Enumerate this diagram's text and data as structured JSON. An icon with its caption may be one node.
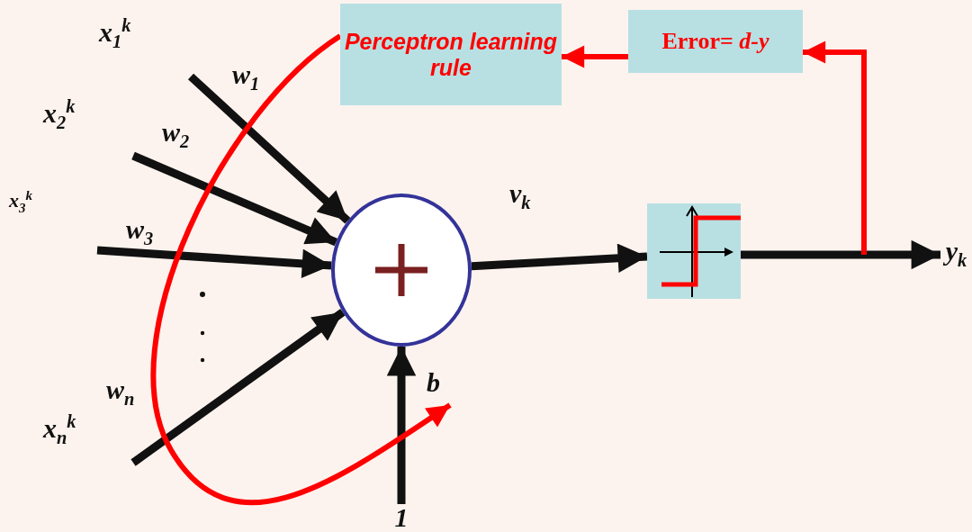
{
  "diagram": {
    "nodes": [
      {
        "text": [
          "Perceptron learning rule"
        ]
      },
      {
        "text": [
          "Error= *d-y*"
        ]
      },
      {
        "text": [],
        "shape": "circle"
      },
      {
        "text": [],
        "shape": "box"
      },
      {
        "text": [
          "y$_{k}$"
        ]
      },
      {
        "text": [
          "1"
        ]
      }
    ],
    "edges": [
      {
        "from": null,
        "to": 2,
        "arrow": "to",
        "label": "w$_{1}$"
      },
      {
        "from": null,
        "to": 2,
        "arrow": "to",
        "label": "w$_{2}$"
      },
      {
        "from": null,
        "to": 2,
        "arrow": "to",
        "label": "w$_{3}$"
      },
      {
        "from": null,
        "to": 2,
        "arrow": "to",
        "label": "w$_{n}$"
      },
      {
        "from": 5,
        "to": 2,
        "arrow": "to",
        "label": "b"
      },
      {
        "from": 2,
        "to": 3,
        "arrow": "to",
        "label": "v$_{k}$"
      },
      {
        "from": 3,
        "to": 4,
        "arrow": "to"
      },
      {
        "from": null,
        "to": 1,
        "arrow": "to",
        "color": "#ff0000"
      },
      {
        "from": 1,
        "to": 0,
        "arrow": "to",
        "color": "#ff0000"
      },
      {
        "from": 0,
        "to": null,
        "arrow": "to",
        "color": "#ff0000"
      }
    ],
    "labels": [
      "x$_{1}$$^{k}$",
      "x$_{2}$$^{k}$",
      "x$_{3}$$^{k}$",
      "x$_{n}$$^{k}$"
    ]
  }
}
